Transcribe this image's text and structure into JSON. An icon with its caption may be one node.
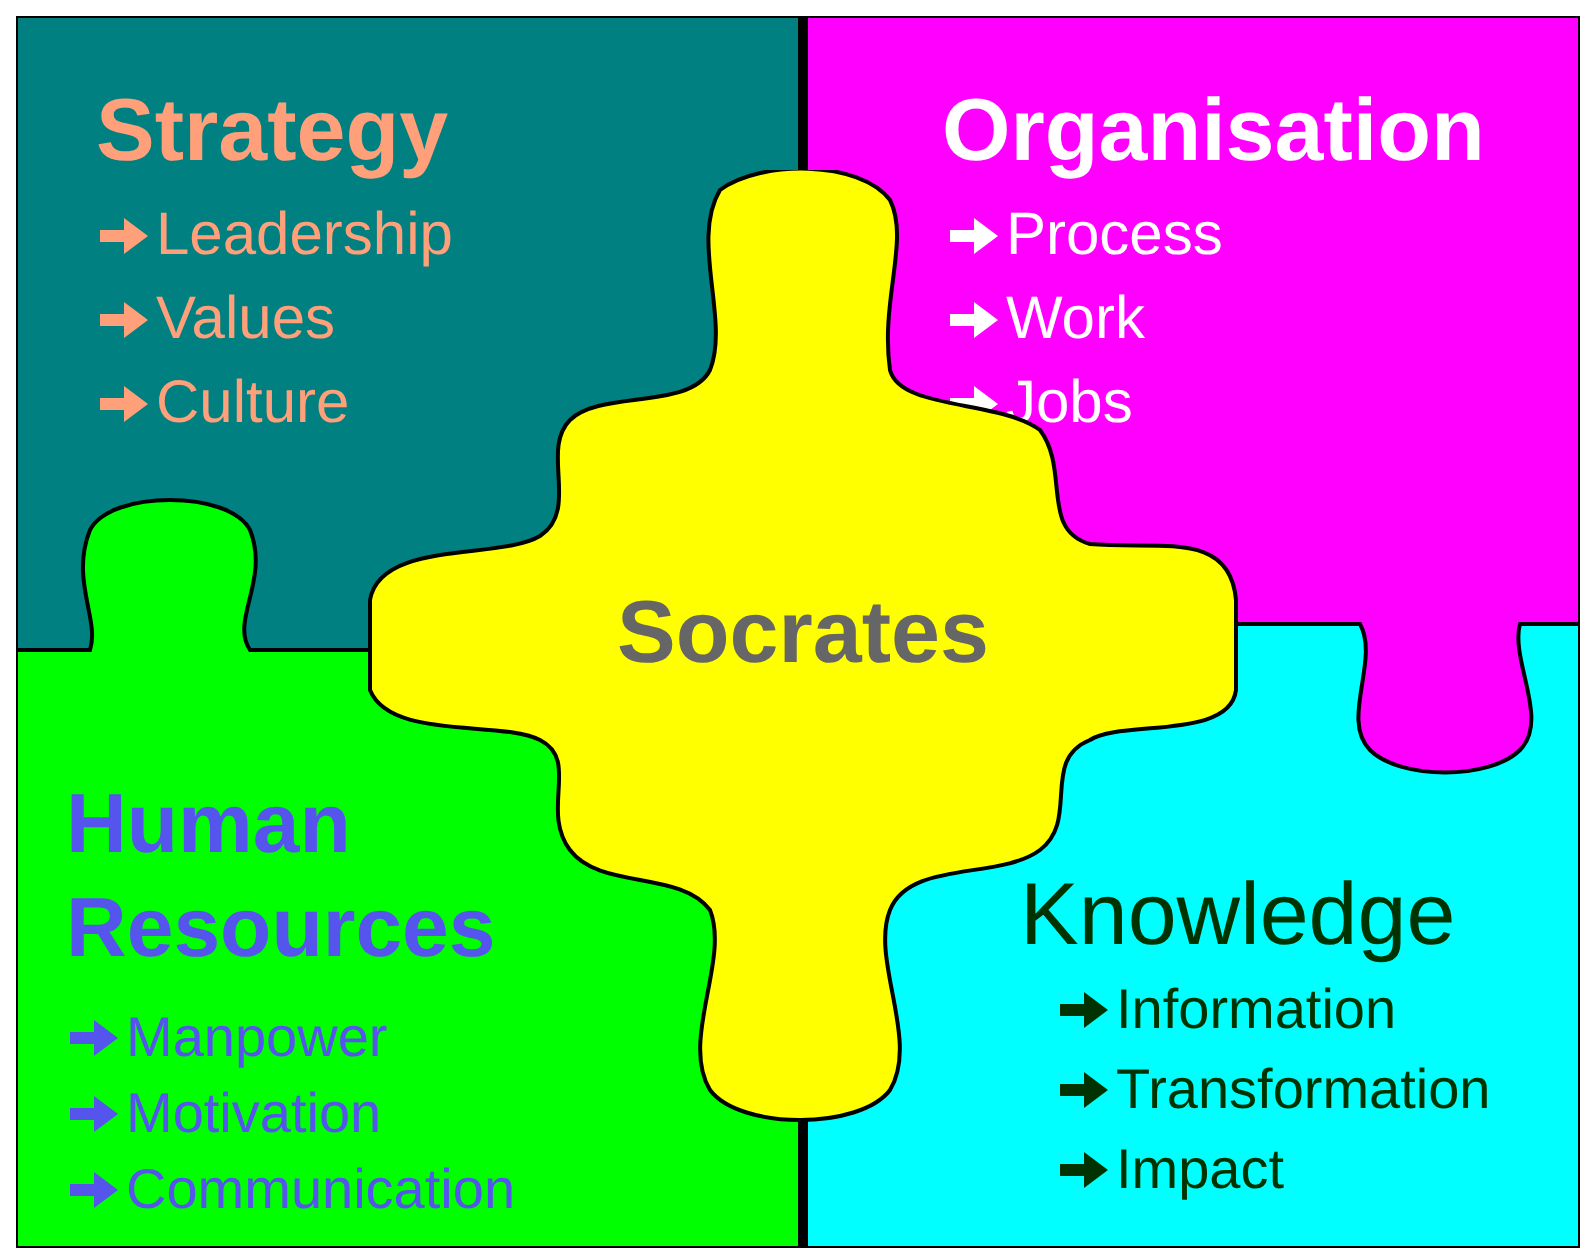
{
  "diagram": {
    "nodes": [
      {
        "text": [
          "Strategy",
          "Leadership",
          "Values",
          "Culture"
        ]
      },
      {
        "text": [
          "Organisation",
          "Process",
          "Work",
          "Jobs"
        ]
      },
      {
        "text": [
          "Knowledge",
          "Information",
          "Transformation",
          "Impact"
        ]
      },
      {
        "text": [
          "Human Resources",
          "Manpower",
          "Motivation",
          "Communication"
        ]
      },
      {
        "text": [
          "Socrates"
        ]
      }
    ]
  }
}
